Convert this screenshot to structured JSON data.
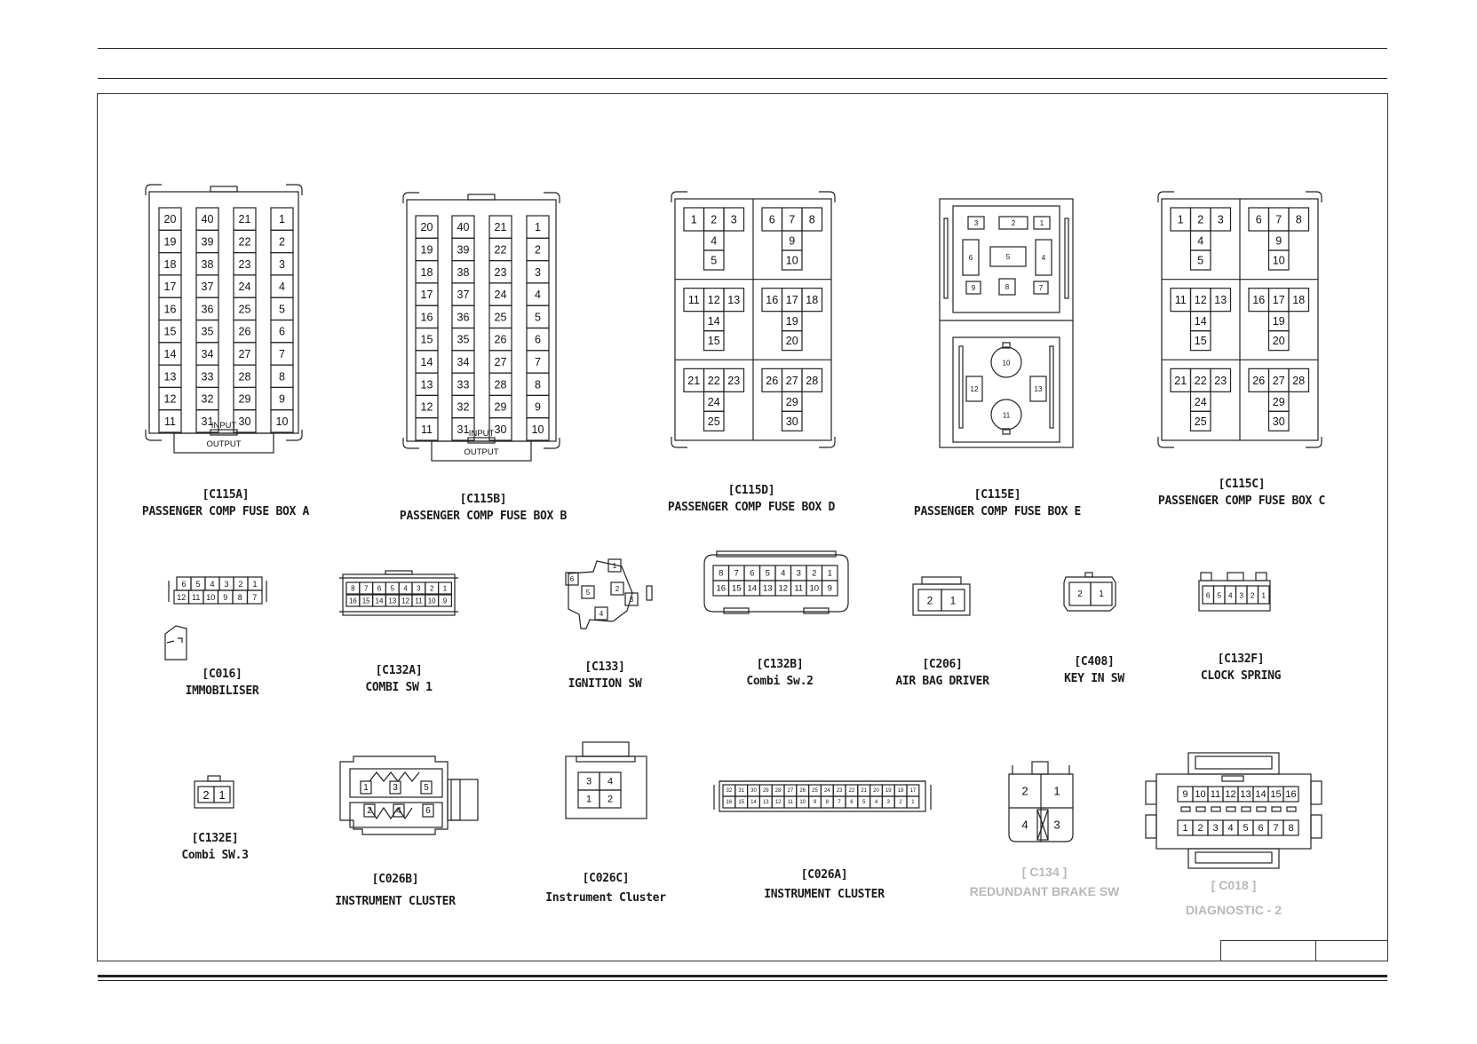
{
  "connectors": [
    {
      "id": "c115a",
      "code": "[C115A]",
      "name": "PASSENGER COMP FUSE BOX A",
      "input_label": "INPUT",
      "output_label": "OUTPUT"
    },
    {
      "id": "c115b",
      "code": "[C115B]",
      "name": "PASSENGER COMP FUSE BOX B",
      "input_label": "INPUT",
      "output_label": "OUTPUT"
    },
    {
      "id": "c115d",
      "code": "[C115D]",
      "name": "PASSENGER COMP FUSE BOX D"
    },
    {
      "id": "c115e",
      "code": "[C115E]",
      "name": "PASSENGER COMP FUSE BOX E"
    },
    {
      "id": "c115c",
      "code": "[C115C]",
      "name": "PASSENGER COMP FUSE BOX C"
    },
    {
      "id": "c016",
      "code": "[C016]",
      "name": "IMMOBILISER"
    },
    {
      "id": "c132a",
      "code": "[C132A]",
      "name": "COMBI SW 1"
    },
    {
      "id": "c133",
      "code": "[C133]",
      "name": "IGNITION SW"
    },
    {
      "id": "c132b",
      "code": "[C132B]",
      "name": "Combi Sw.2"
    },
    {
      "id": "c206",
      "code": "[C206]",
      "name": "AIR BAG DRIVER"
    },
    {
      "id": "c408",
      "code": "[C408]",
      "name": "KEY IN SW"
    },
    {
      "id": "c132f",
      "code": "[C132F]",
      "name": "CLOCK SPRING"
    },
    {
      "id": "c132e",
      "code": "[C132E]",
      "name": "Combi SW.3"
    },
    {
      "id": "c026b",
      "code": "[C026B]",
      "name": "INSTRUMENT CLUSTER"
    },
    {
      "id": "c026c",
      "code": "[C026C]",
      "name": "Instrument Cluster"
    },
    {
      "id": "c026a",
      "code": "[C026A]",
      "name": "INSTRUMENT CLUSTER"
    },
    {
      "id": "c134",
      "code": "[ C134 ]",
      "name": "REDUNDANT BRAKE SW"
    },
    {
      "id": "c018",
      "code": "[ C018 ]",
      "name": "DIAGNOSTIC - 2"
    }
  ],
  "pins": {
    "fusebox_ab_columns": [
      [
        20,
        19,
        18,
        17,
        16,
        15,
        14,
        13,
        12,
        11
      ],
      [
        40,
        39,
        38,
        37,
        36,
        35,
        34,
        33,
        32,
        31
      ],
      [
        21,
        22,
        23,
        24,
        25,
        26,
        27,
        28,
        29,
        30
      ],
      [
        1,
        2,
        3,
        4,
        5,
        6,
        7,
        8,
        9,
        10
      ]
    ],
    "fusebox_cd_blocks": [
      {
        "top": [
          1,
          2,
          3
        ],
        "mid": 4,
        "bot": 5
      },
      {
        "top": [
          6,
          7,
          8
        ],
        "mid": 9,
        "bot": 10
      },
      {
        "top": [
          11,
          12,
          13
        ],
        "mid": 14,
        "bot": 15
      },
      {
        "top": [
          16,
          17,
          18
        ],
        "mid": 19,
        "bot": 20
      },
      {
        "top": [
          21,
          22,
          23
        ],
        "mid": 24,
        "bot": 25
      },
      {
        "top": [
          26,
          27,
          28
        ],
        "mid": 29,
        "bot": 30
      }
    ],
    "fusebox_e_top": [
      3,
      2,
      1,
      6,
      5,
      4,
      9,
      8,
      7
    ],
    "fusebox_e_bottom": [
      10,
      11,
      12,
      13
    ],
    "c016_top": [
      "6",
      5,
      4,
      3,
      2,
      1
    ],
    "c016_bottom": [
      12,
      11,
      10,
      9,
      8,
      7
    ],
    "c132a_top": [
      8,
      7,
      "6",
      5,
      4,
      3,
      2,
      1
    ],
    "c132a_bottom": [
      "16",
      15,
      14,
      13,
      12,
      11,
      10,
      9
    ],
    "c133": [
      1,
      2,
      3,
      4,
      5,
      "6"
    ],
    "c132b_top": [
      8,
      7,
      "6",
      5,
      4,
      3,
      2,
      1
    ],
    "c132b_bottom": [
      "16",
      15,
      14,
      13,
      12,
      11,
      10,
      9
    ],
    "c206": [
      2,
      1
    ],
    "c408": [
      2,
      1
    ],
    "c132f": [
      "6",
      5,
      4,
      3,
      2,
      1
    ],
    "c132e": [
      2,
      1
    ],
    "c026b": [
      1,
      2,
      3,
      4,
      5,
      "6"
    ],
    "c026c_top": [
      3,
      4
    ],
    "c026c_bottom": [
      1,
      2
    ],
    "c026a_top": [
      32,
      31,
      30,
      29,
      28,
      27,
      "26",
      25,
      24,
      23,
      22,
      21,
      20,
      19,
      18,
      17
    ],
    "c026a_bottom": [
      "16",
      15,
      14,
      13,
      12,
      11,
      10,
      9,
      8,
      7,
      "6",
      5,
      4,
      3,
      2,
      1
    ],
    "c134": [
      2,
      1,
      4,
      3
    ],
    "c018_top": [
      9,
      10,
      11,
      12,
      13,
      14,
      15,
      16
    ],
    "c018_bottom": [
      1,
      2,
      3,
      4,
      5,
      6,
      7,
      8
    ]
  }
}
